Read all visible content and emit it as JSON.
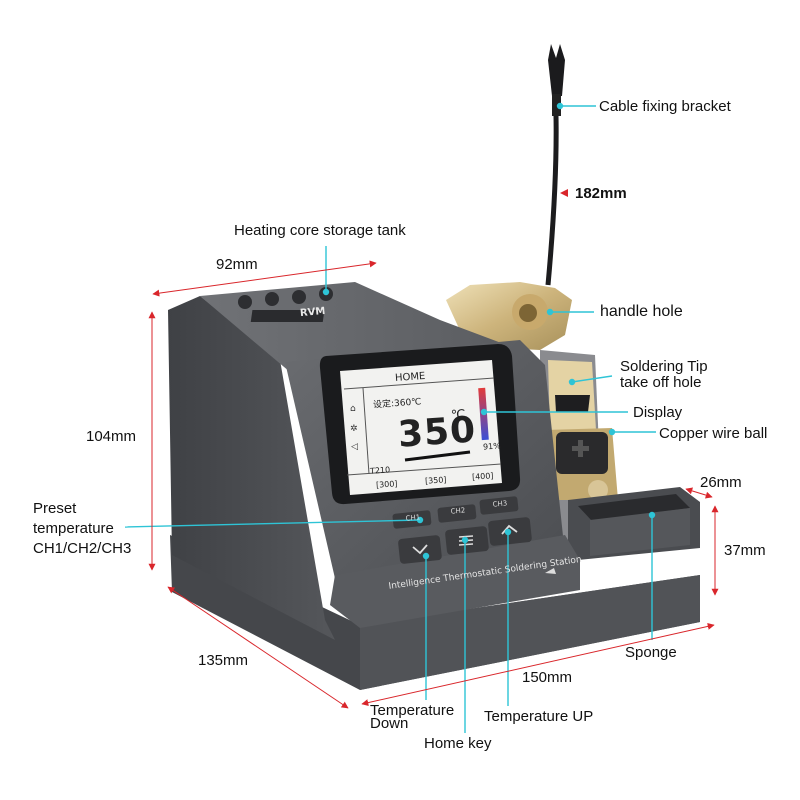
{
  "labels": {
    "cable_fixing_bracket": "Cable fixing bracket",
    "heating_core_storage_tank": "Heating core storage tank",
    "handle_hole": "handle hole",
    "soldering_tip_take_off_hole_line1": "Soldering Tip",
    "soldering_tip_take_off_hole_line2": "take off hole",
    "display": "Display",
    "copper_wire_ball": "Copper wire ball",
    "preset_temperature_line1": "Preset",
    "preset_temperature_line2": "temperature",
    "preset_temperature_line3": "CH1/CH2/CH3",
    "sponge": "Sponge",
    "temperature_down_line1": "Temperature",
    "temperature_down_line2": "Down",
    "home_key": "Home key",
    "temperature_up": "Temperature UP"
  },
  "dimensions": {
    "cable_height": "182mm",
    "width": "92mm",
    "height": "104mm",
    "depth": "135mm",
    "length": "150mm",
    "tray_width": "26mm",
    "tray_height": "37mm"
  },
  "device": {
    "brand": "RVM",
    "base_text": "Intelligence Thermostatic Soldering Station",
    "buttons": {
      "ch1": "CH1",
      "ch2": "CH2",
      "ch3": "CH3"
    },
    "screen": {
      "header": "HOME",
      "set_label": "设定:360℃",
      "temperature": "350",
      "unit": "℃",
      "power": "91%",
      "tip_model": "T210",
      "presets": [
        "[300]",
        "[350]",
        "[400]"
      ]
    }
  },
  "colors": {
    "leader": "#2ec4d6",
    "dimension_arrow": "#d9262b",
    "body": "#5d5f63",
    "body_dark": "#3e4044",
    "brass": "#d9c493"
  }
}
